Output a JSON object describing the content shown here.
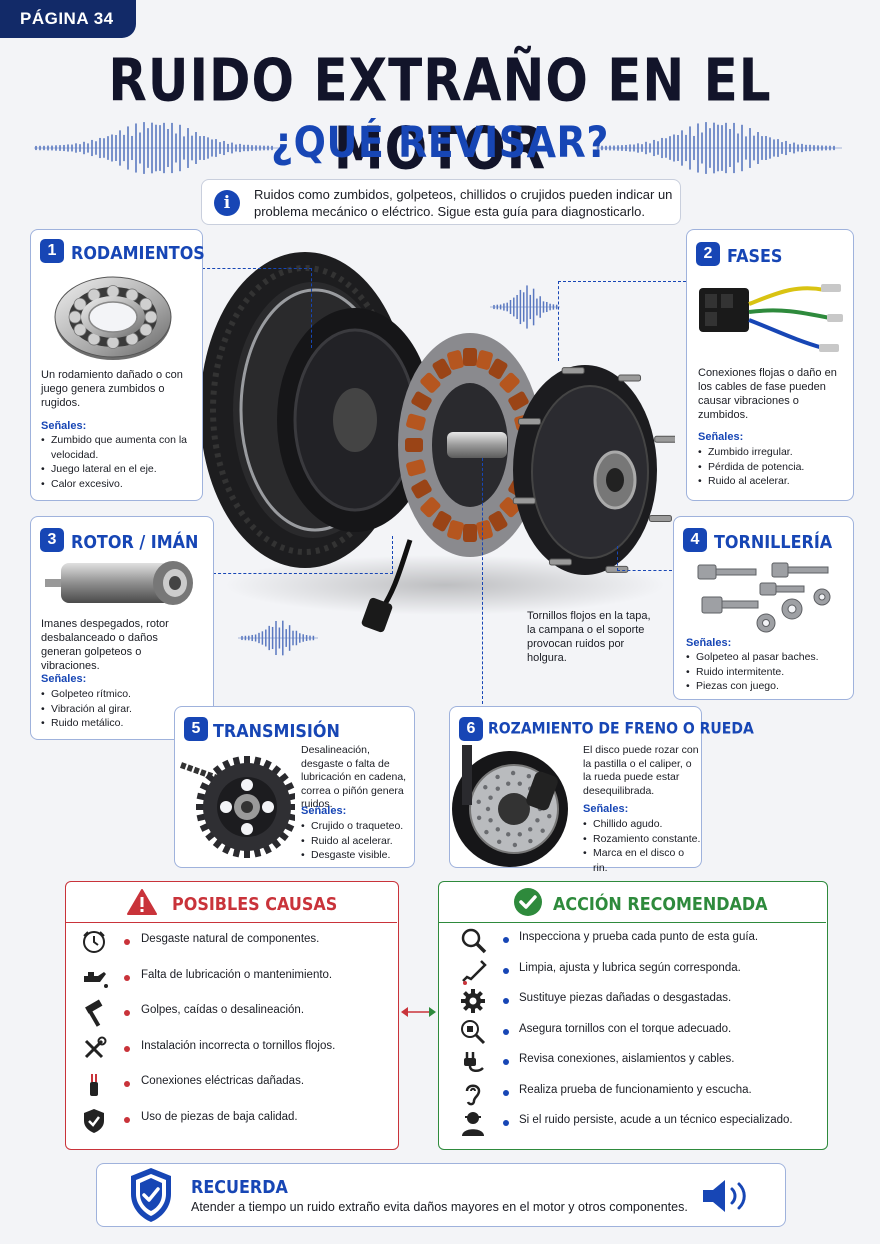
{
  "page_tag": "PÁGINA 34",
  "title": "RUIDO EXTRAÑO EN EL MOTOR",
  "subtitle": "¿QUÉ REVISAR?",
  "info": {
    "icon": "info-icon",
    "text": "Ruidos como zumbidos, golpeteos, chillidos o crujidos pueden indicar un problema mecánico o eléctrico. Sigue esta guía para diagnosticarlo."
  },
  "signals_label": "Señales:",
  "sections": [
    {
      "num": "1",
      "title": "RODAMIENTOS",
      "icon": "bearing-icon",
      "desc": "Un rodamiento dañado o con juego genera zumbidos o rugidos.",
      "signals": [
        "Zumbido que aumenta con la velocidad.",
        "Juego lateral en el eje.",
        "Calor excesivo."
      ]
    },
    {
      "num": "2",
      "title": "FASES",
      "icon": "phase-connector-icon",
      "desc": "Conexiones flojas o daño en los cables de fase pueden causar vibraciones o zumbidos.",
      "signals": [
        "Zumbido irregular.",
        "Pérdida de potencia.",
        "Ruido al acelerar."
      ]
    },
    {
      "num": "3",
      "title": "ROTOR / IMÁN",
      "icon": "rotor-icon",
      "desc": "Imanes despegados, rotor desbalanceado o daños generan golpeteos o vibraciones.",
      "signals": [
        "Golpeteo rítmico.",
        "Vibración al girar.",
        "Ruido metálico."
      ]
    },
    {
      "num": "4",
      "title": "TORNILLERÍA",
      "icon": "bolts-icon",
      "desc": "Tornillos flojos en la tapa, la campana o el soporte provocan ruidos por holgura.",
      "signals": [
        "Golpeteo al pasar baches.",
        "Ruido intermitente.",
        "Piezas con juego."
      ]
    },
    {
      "num": "5",
      "title": "TRANSMISIÓN",
      "icon": "sprocket-icon",
      "desc": "Desalineación, desgaste o falta de lubricación en cadena, correa o piñón genera ruidos.",
      "signals": [
        "Crujido o traqueteo.",
        "Ruido al acelerar.",
        "Desgaste visible."
      ]
    },
    {
      "num": "6",
      "title": "ROZAMIENTO DE FRENO O RUEDA",
      "icon": "brake-disc-icon",
      "desc": "El disco puede rozar con la pastilla o el caliper, o la rueda puede estar desequilibrada.",
      "signals": [
        "Chillido agudo.",
        "Rozamiento constante.",
        "Marca en el disco o rin."
      ]
    }
  ],
  "causes": {
    "title": "POSIBLES CAUSAS",
    "icon": "warning-icon",
    "items": [
      {
        "icon": "clock-icon",
        "text": "Desgaste natural de componentes."
      },
      {
        "icon": "oil-can-icon",
        "text": "Falta de lubricación o mantenimiento."
      },
      {
        "icon": "hammer-icon",
        "text": "Golpes, caídas o desalineación."
      },
      {
        "icon": "tools-icon",
        "text": "Instalación incorrecta o tornillos flojos."
      },
      {
        "icon": "cable-icon",
        "text": "Conexiones eléctricas dañadas."
      },
      {
        "icon": "shield-check-icon",
        "text": "Uso de piezas de baja calidad."
      }
    ]
  },
  "actions": {
    "title": "ACCIÓN RECOMENDADA",
    "icon": "check-circle-icon",
    "items": [
      {
        "icon": "magnifier-icon",
        "text": "Inspecciona y prueba cada punto de esta guía."
      },
      {
        "icon": "oil-dropper-icon",
        "text": "Limpia, ajusta y lubrica según corresponda."
      },
      {
        "icon": "gear-icon",
        "text": "Sustituye piezas dañadas o desgastadas."
      },
      {
        "icon": "inspect-bolt-icon",
        "text": "Asegura tornillos con el torque adecuado."
      },
      {
        "icon": "plug-icon",
        "text": "Revisa conexiones, aislamientos y cables."
      },
      {
        "icon": "ear-icon",
        "text": "Realiza prueba de funcionamiento y escucha."
      },
      {
        "icon": "technician-icon",
        "text": "Si el ruido persiste, acude a un técnico especializado."
      }
    ]
  },
  "remember": {
    "title": "RECUERDA",
    "text": "Atender a tiempo un ruido extraño evita daños mayores en el motor y otros componentes.",
    "icon": "shield-check-icon",
    "sound_icon": "speaker-icon"
  },
  "colors": {
    "navy": "#122a68",
    "blue": "#1746b5",
    "red": "#c9333a",
    "green": "#2e8a3c",
    "copper": "#b5561f"
  }
}
